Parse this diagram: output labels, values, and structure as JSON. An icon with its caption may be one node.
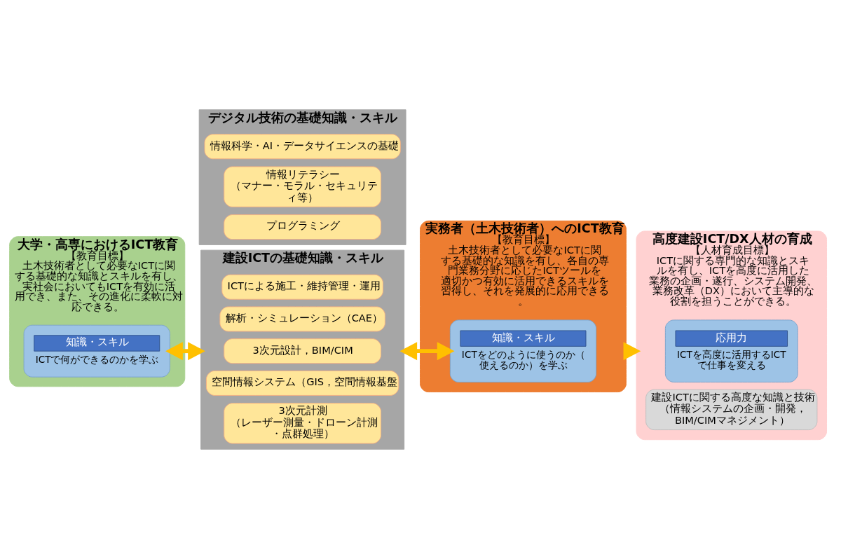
{
  "diagram": {
    "nodes": [
      {
        "text": [
          "大学・高専におけるICT教育",
          "【教育目標】",
          "土木技術者として必要なICTに関する基礎的な知識とスキルを有し、実社会においてもICTを有効に活用でき、また、その進化に柔軟に対応できる。"
        ]
      },
      {
        "text": [
          "知識・スキル",
          "ICTで何ができるのかを学ぶ"
        ],
        "in": 0
      },
      {
        "text": [
          "建設ICTの基礎知識・スキル"
        ]
      },
      {
        "text": [
          "ICTによる施工・維持管理・運用"
        ],
        "in": 2
      },
      {
        "text": [
          "解析・シミュレーション（CAE）"
        ],
        "in": 2
      },
      {
        "text": [
          "3次元設計，BIM/CIM"
        ],
        "in": 2
      },
      {
        "text": [
          "空間情報システム（GIS，空間情報基盤"
        ],
        "in": 2
      },
      {
        "text": [
          "3次元計測",
          "（レーザー測量・ドローン計測・点群処理）"
        ],
        "in": 2
      },
      {
        "text": [
          "デジタル技術の基礎知識・スキル"
        ]
      },
      {
        "text": [
          "情報科学・AI・データサイエンスの基礎"
        ],
        "in": 8
      },
      {
        "text": [
          "情報リテラシー",
          "（マナー・モラル・セキュリティ等）"
        ],
        "in": 8
      },
      {
        "text": [
          "プログラミング"
        ],
        "in": 8
      },
      {
        "text": [
          "実務者（土木技術者）へのICT教育",
          "【教育目標】",
          "土木技術者として必要なICTに関する基礎的な知識を有し、各自の専門業務分野に応じたICTツールを適切かつ有効に活用できるスキルを習得し、それを発展的に応用できる。"
        ]
      },
      {
        "text": [
          "知識・スキル",
          "ICTをどのように使うのか（使えるのか）を学ぶ"
        ],
        "in": 12
      },
      {
        "text": [
          "高度建設ICT/DX人材の育成",
          "【人材育成目標】",
          "ICTに関する専門的な知識とスキルを有し、ICTを高度に活用した業務の企画・遂行、システム開発、業務改革（DX）において主導的な役割を担うことができる。"
        ]
      },
      {
        "text": [
          "応用力",
          "ICTを高度に活用するICTで仕事を変える"
        ],
        "in": 14
      },
      {
        "text": [
          "建設ICTに関する高度な知識と技術",
          "（情報システムの企画・開発，BIM/CIMマネジメント）"
        ],
        "in": 14
      }
    ],
    "edges": [
      {
        "from": 1,
        "to": 2,
        "arrow": "both"
      },
      {
        "from": 2,
        "to": 13,
        "arrow": "both"
      },
      {
        "from": 12,
        "to": 14,
        "arrow": "to"
      }
    ]
  }
}
